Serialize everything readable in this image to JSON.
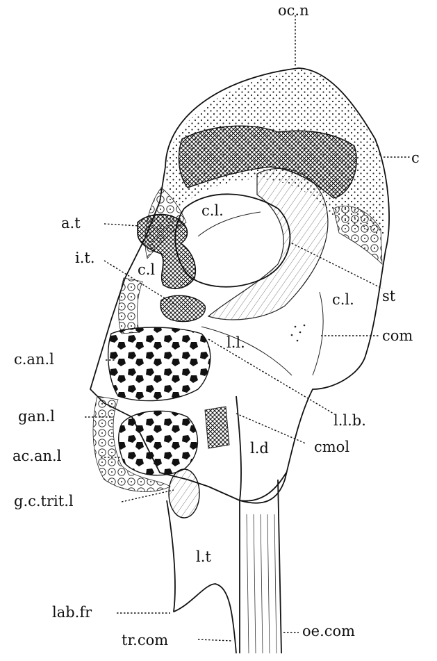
{
  "labels": {
    "oc_n": "oc.n",
    "c": "c",
    "a_t": "a.t",
    "i_t": "i.t.",
    "st": "st",
    "com": "com",
    "c_an_l": "c.an.l",
    "gan_l": "gan.l",
    "ac_an_l": "ac.an.l",
    "g_c_trit_l": "g.c.trit.l",
    "l_l_b": "l.l.b.",
    "cmol": "cmol",
    "lab_fr": "lab.fr",
    "tr_com": "tr.com",
    "oe_com": "oe.com"
  },
  "inner_labels": {
    "cl_upper": "c.l.",
    "cl_left": "c.l",
    "cl_right": "c.l.",
    "l_l": "l.l.",
    "l_d": "l.d",
    "l_t": "l.t"
  }
}
